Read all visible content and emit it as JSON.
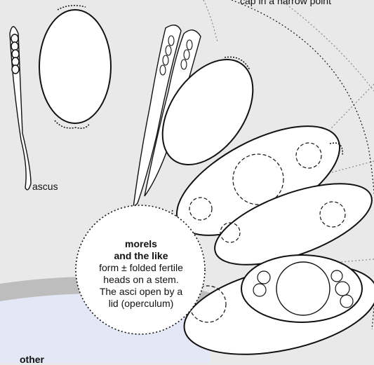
{
  "labels": {
    "top": "cap in a narrow point",
    "ascus": "ascus",
    "bubble_heading_1": "morels",
    "bubble_heading_2": "and the like",
    "bubble_body": "form ± folded fertile heads on a stem. The asci open by a lid (operculum)",
    "bottom": "other"
  },
  "colors": {
    "background": "#e9e9e9",
    "lower_panel": "#e4e8f6",
    "band": "#bdbdbd",
    "ink": "#111111"
  }
}
